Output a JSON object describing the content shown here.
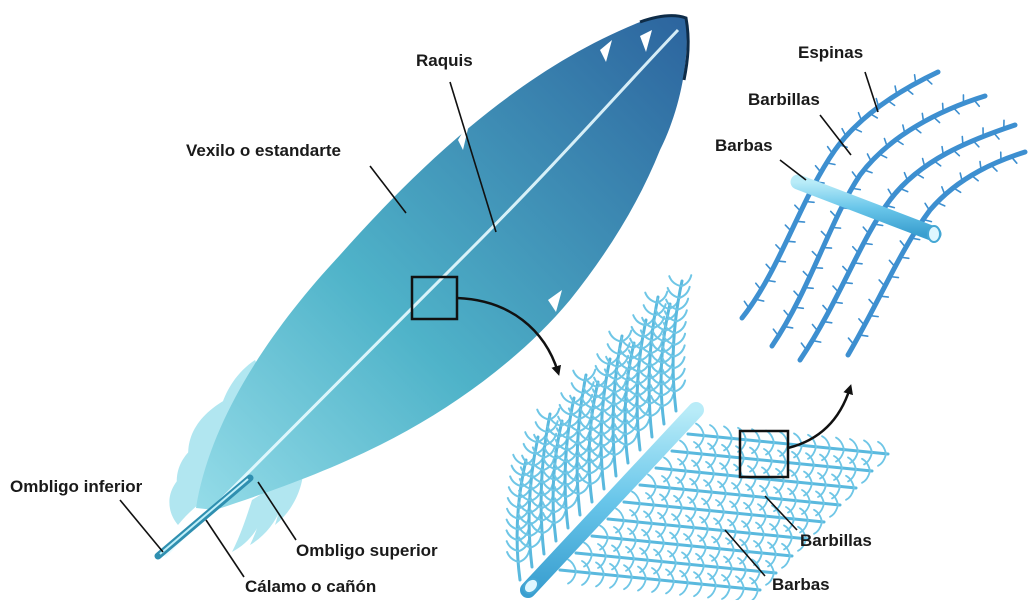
{
  "labels": {
    "raquis": "Raquis",
    "vexilo": "Vexilo o estandarte",
    "ombligo_inferior": "Ombligo inferior",
    "ombligo_superior": "Ombligo superior",
    "calamo": "Cálamo o cañón",
    "espinas": "Espinas",
    "barbillas_top": "Barbillas",
    "barbas_top": "Barbas",
    "barbillas_bottom": "Barbillas",
    "barbas_bottom": "Barbas"
  },
  "colors": {
    "feather_dark": "#2f6fa6",
    "feather_mid": "#3fa3c4",
    "feather_light": "#8fd8e6",
    "barb_blue": "#3d8fd0",
    "barb_light": "#6cc6e8",
    "ink": "#1a1a1a"
  }
}
